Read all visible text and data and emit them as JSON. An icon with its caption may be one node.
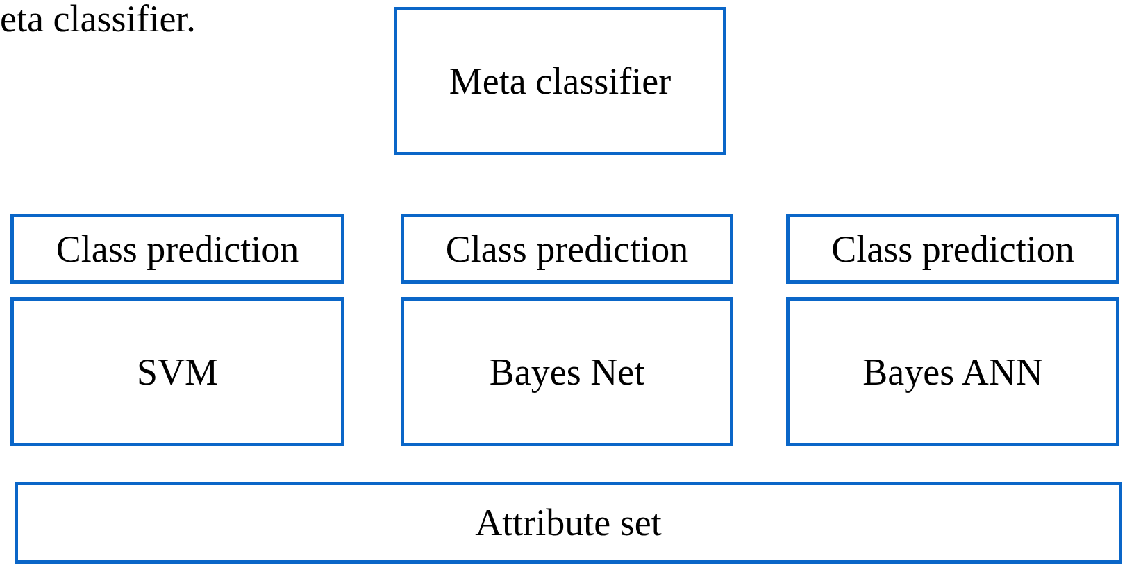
{
  "diagram": {
    "nodes": [
      {
        "text": [
          "Meta classifier"
        ]
      },
      {
        "text": [
          "Class prediction"
        ]
      },
      {
        "text": [
          "Class prediction"
        ]
      },
      {
        "text": [
          "Class prediction"
        ]
      },
      {
        "text": [
          "SVM"
        ]
      },
      {
        "text": [
          "Bayes Net"
        ]
      },
      {
        "text": [
          "Bayes ANN"
        ]
      },
      {
        "text": [
          "Attribute set"
        ]
      }
    ],
    "edges": [],
    "labels": [
      "eta classifier."
    ]
  }
}
